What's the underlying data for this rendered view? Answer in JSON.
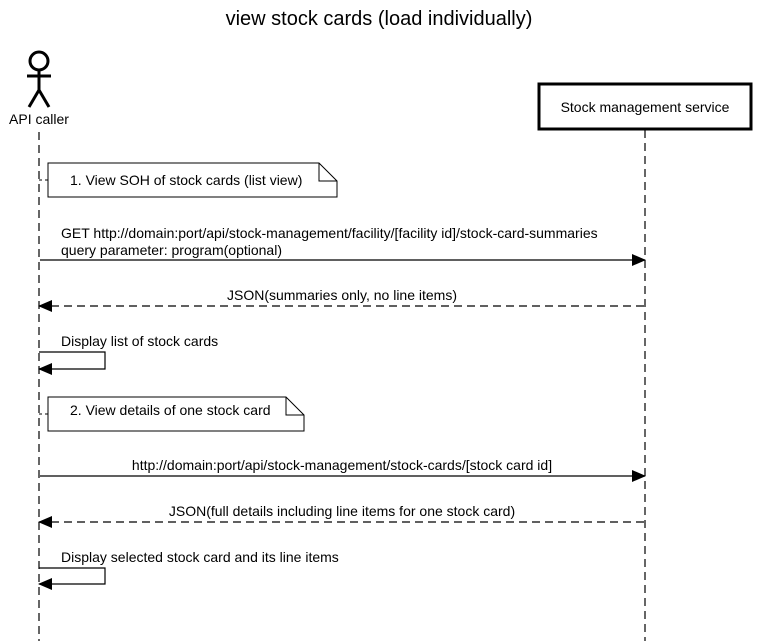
{
  "diagram": {
    "title": "view stock cards (load individually)",
    "participants": [
      {
        "id": "caller",
        "label": "API caller",
        "kind": "actor"
      },
      {
        "id": "service",
        "label": "Stock management service",
        "kind": "box"
      }
    ],
    "notes": [
      {
        "text": "1. View SOH of stock cards (list view)"
      },
      {
        "text": "2. View details of one stock card"
      }
    ],
    "messages": [
      {
        "line1": "GET http://domain:port/api/stock-management/facility/[facility id]/stock-card-summaries",
        "line2": "query parameter: program(optional)",
        "style": "solid",
        "direction": "caller-to-service"
      },
      {
        "text": "JSON(summaries only, no line items)",
        "style": "dashed",
        "direction": "service-to-caller"
      },
      {
        "text": "Display list of stock cards",
        "style": "self",
        "direction": "caller-to-caller"
      },
      {
        "text": "http://domain:port/api/stock-management/stock-cards/[stock card id]",
        "style": "solid",
        "direction": "caller-to-service"
      },
      {
        "text": "JSON(full details including line items for one stock card)",
        "style": "dashed",
        "direction": "service-to-caller"
      },
      {
        "text": "Display selected stock card and its line items",
        "style": "self",
        "direction": "caller-to-caller"
      }
    ]
  }
}
